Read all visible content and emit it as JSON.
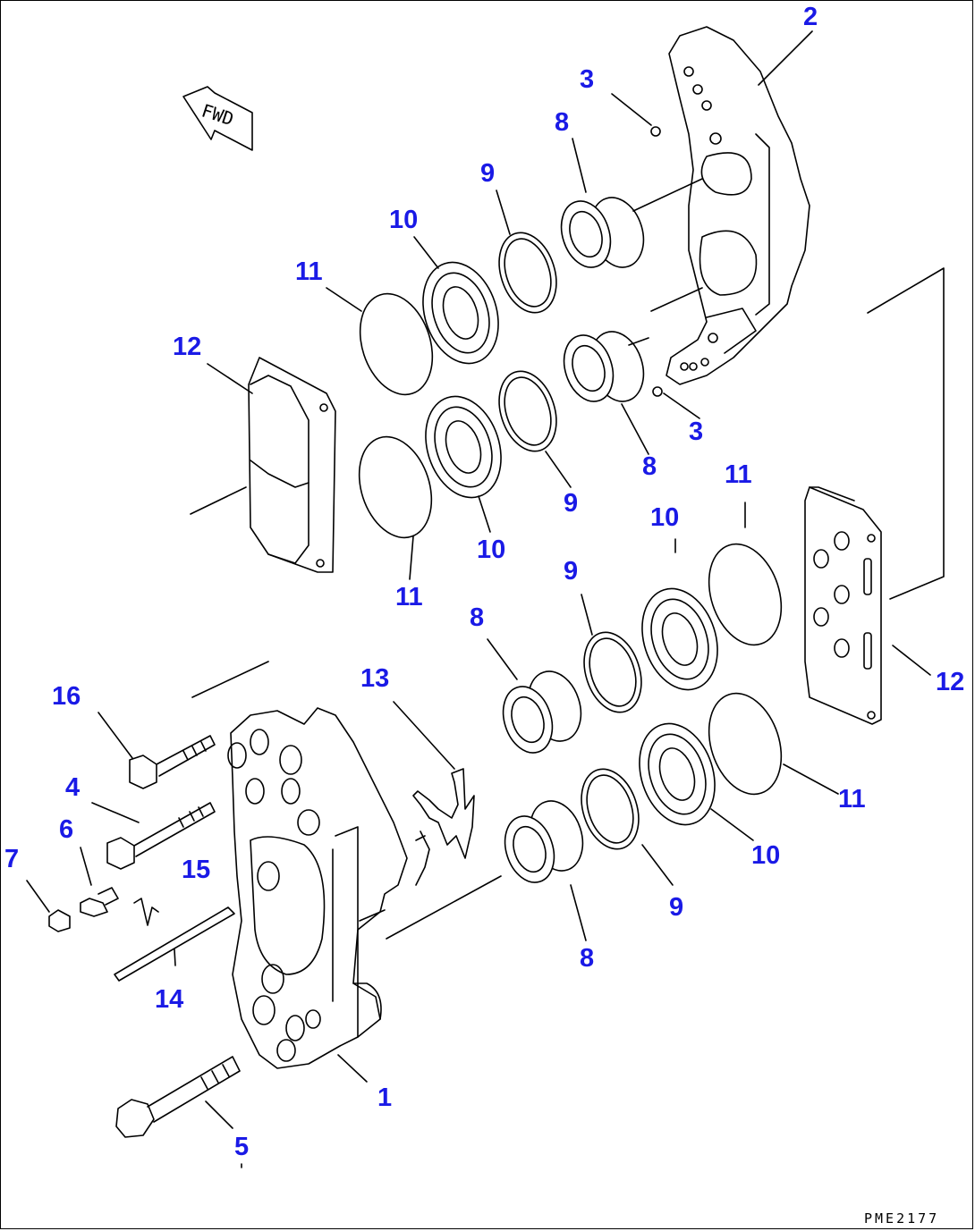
{
  "drawing_code": "PME2177",
  "direction_label": "FWD",
  "callouts": {
    "c1": "1",
    "c2": "2",
    "c3a": "3",
    "c3b": "3",
    "c4": "4",
    "c5": "5",
    "c6": "6",
    "c7": "7",
    "c8a": "8",
    "c8b": "8",
    "c8c": "8",
    "c8d": "8",
    "c9a": "9",
    "c9b": "9",
    "c9c": "9",
    "c9d": "9",
    "c10a": "10",
    "c10b": "10",
    "c10c": "10",
    "c10d": "10",
    "c11a": "11",
    "c11b": "11",
    "c11c": "11",
    "c11d": "11",
    "c12a": "12",
    "c12b": "12",
    "c13": "13",
    "c14": "14",
    "c15": "15",
    "c16": "16"
  },
  "colors": {
    "callout": "#1a1ae6",
    "line": "#000000",
    "background": "#ffffff"
  }
}
